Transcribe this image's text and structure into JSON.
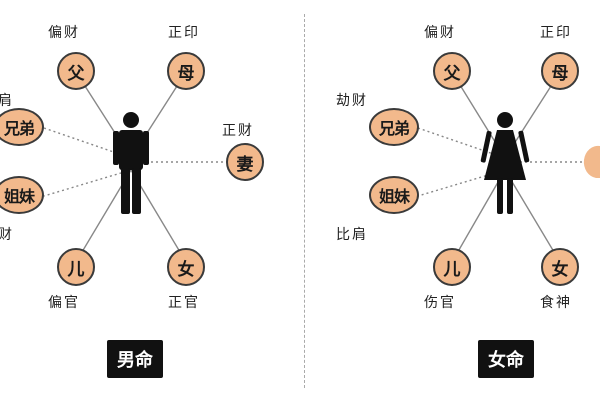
{
  "left": {
    "caption": "男命",
    "nodes": {
      "father": "父",
      "mother": "母",
      "brothers": "兄弟",
      "sisters": "姐妹",
      "son": "儿",
      "daughter": "女",
      "wife": "妻"
    },
    "labels": {
      "father": "偏财",
      "mother": "正印",
      "wife": "正财",
      "son": "偏官",
      "daughter": "正官",
      "left_top_partial": "肩",
      "left_bottom_partial": "财"
    }
  },
  "right": {
    "caption": "女命",
    "nodes": {
      "father": "父",
      "mother": "母",
      "brothers": "兄弟",
      "sisters": "姐妹",
      "son": "儿",
      "daughter": "女"
    },
    "labels": {
      "father": "偏财",
      "mother": "正印",
      "brothers": "劫财",
      "sisters": "比肩",
      "son": "伤官",
      "daughter": "食神"
    }
  },
  "colors": {
    "node_fill": "#f2b98c",
    "node_border": "#3a3a3a",
    "line": "#888888",
    "caption_bg": "#111111",
    "figure": "#111111"
  }
}
